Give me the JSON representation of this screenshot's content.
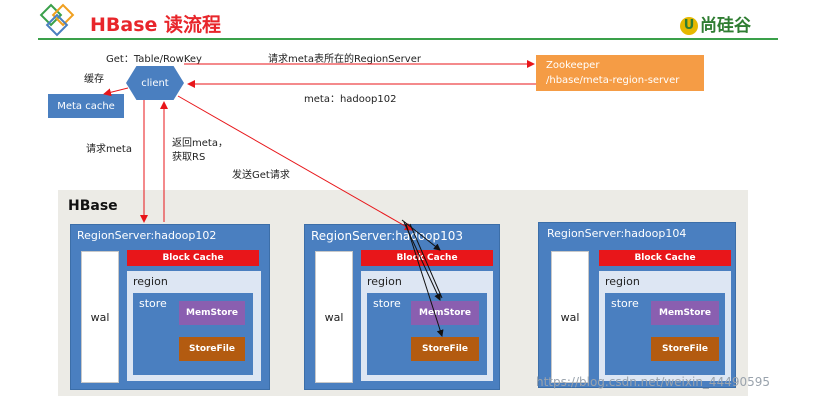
{
  "header": {
    "title": "HBase 读流程",
    "brand": "尚硅谷",
    "colors": {
      "title": "#e8262b",
      "brand": "#2f7d32",
      "rule": "#3aa04a"
    }
  },
  "client": {
    "label": "client"
  },
  "meta_cache": {
    "label": "Meta cache"
  },
  "zookeeper": {
    "line1": "Zookeeper",
    "line2": "/hbase/meta-region-server"
  },
  "arrow_labels": {
    "get": "Get：Table/RowKey",
    "ask_meta": "请求meta表所在的RegionServer",
    "cache": "缓存",
    "meta_reply": "meta：hadoop102",
    "request_meta": "请求meta",
    "return_meta_1": "返回meta，",
    "return_meta_2": "获取RS",
    "send_get": "发送Get请求"
  },
  "hbase": {
    "label": "HBase",
    "servers": [
      {
        "name": "RegionServer:hadoop102",
        "wal": "wal",
        "block_cache": "Block Cache",
        "region": "region",
        "store": "store",
        "memstore": "MemStore",
        "storefile": "StoreFile"
      },
      {
        "name": "RegionServer:hadoop103",
        "wal": "wal",
        "block_cache": "Block Cache",
        "region": "region",
        "store": "store",
        "memstore": "MemStore",
        "storefile": "StoreFile"
      },
      {
        "name": "RegionServer:hadoop104",
        "wal": "wal",
        "block_cache": "Block Cache",
        "region": "region",
        "store": "store",
        "memstore": "MemStore",
        "storefile": "StoreFile"
      }
    ]
  },
  "watermark": "https://blog.csdn.net/weixin_44490595",
  "colors": {
    "box_blue": "#4a7fc0",
    "orange": "#f59c45",
    "red": "#e8161a",
    "purple": "#8a5fb0",
    "brown": "#b35b10",
    "arrow_red": "#e8161a"
  }
}
